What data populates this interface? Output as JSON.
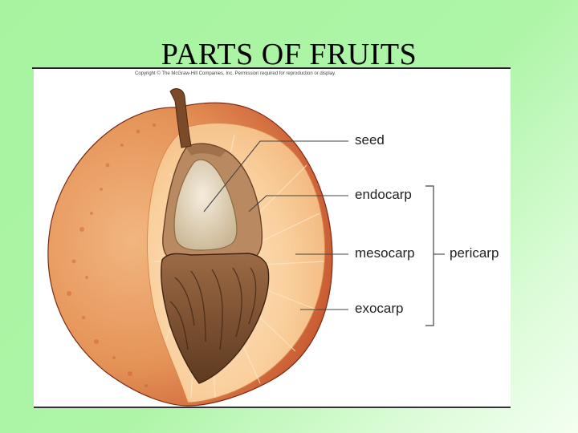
{
  "slide": {
    "title": "PARTS OF FRUITS"
  },
  "figure": {
    "copyright": "Copyright © The McGraw-Hill Companies, Inc. Permission required for reproduction or display.",
    "labels": {
      "seed": "seed",
      "endocarp": "endocarp",
      "mesocarp": "mesocarp",
      "exocarp": "exocarp",
      "pericarp": "pericarp"
    }
  },
  "colors": {
    "background": "#a6f4a0",
    "skin": "#e8905a",
    "flesh": "#f8cc98",
    "pit": "#8a5a36",
    "seed": "#e8dcc4"
  }
}
